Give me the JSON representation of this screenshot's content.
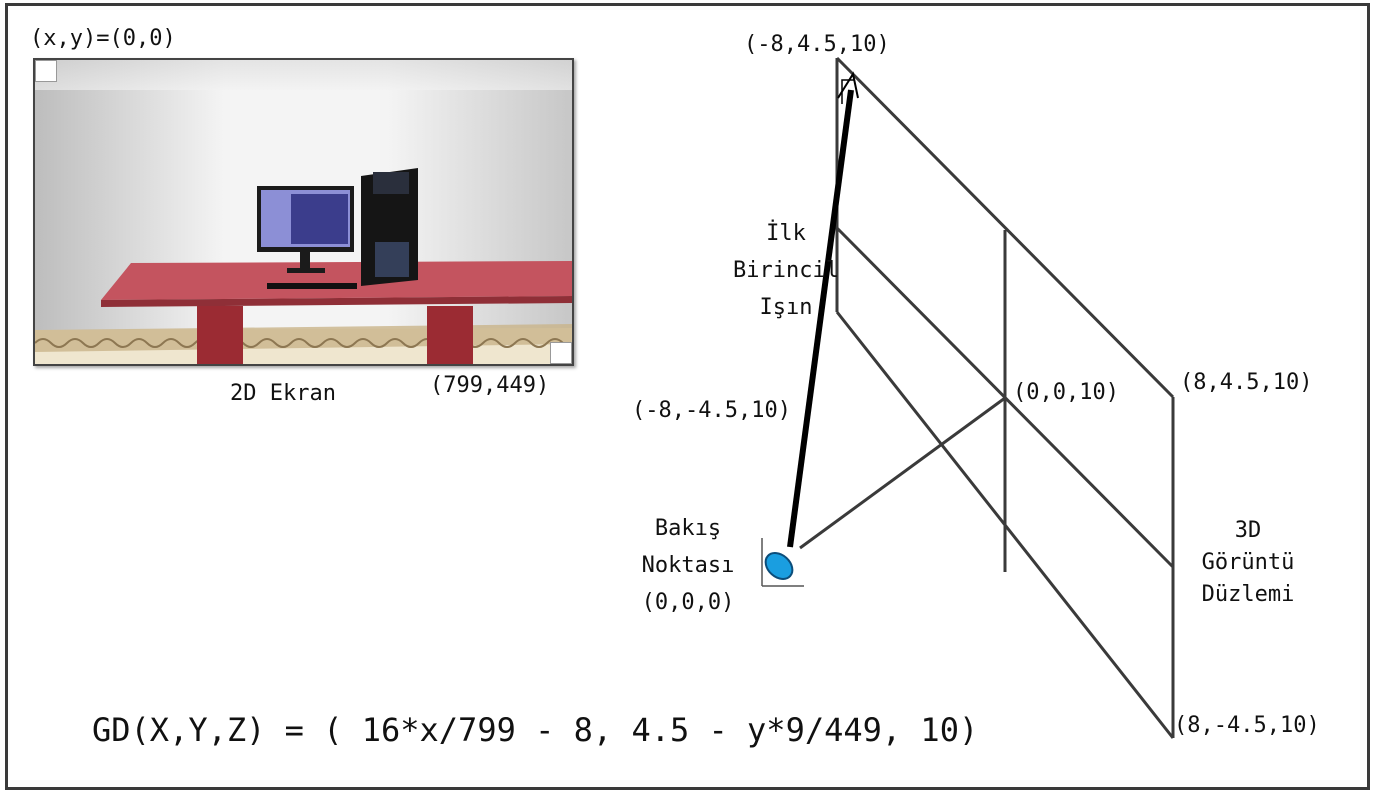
{
  "screen_panel": {
    "origin_label": "(x,y)=(0,0)",
    "end_label": "(799,449)",
    "caption": "2D Ekran"
  },
  "plane": {
    "top_left": "(-8,4.5,10)",
    "bottom_left": "(-8,-4.5,10)",
    "center": "(0,0,10)",
    "top_right": "(8,4.5,10)",
    "bottom_right": "(8,-4.5,10)",
    "label_lines": [
      "3D",
      "Görüntü",
      "Düzlemi"
    ]
  },
  "ray": {
    "label_lines": [
      "İlk",
      "Birincil",
      "Işın"
    ]
  },
  "viewpoint": {
    "label_lines": [
      "Bakış",
      "Noktası",
      "(0,0,0)"
    ]
  },
  "formula": "GD(X,Y,Z) = ( 16*x/799 - 8, 4.5 - y*9/449, 10)",
  "colors": {
    "eye_fill": "#1a9ee0",
    "desk_top": "#c4545f",
    "wall": "#eeeeee"
  }
}
